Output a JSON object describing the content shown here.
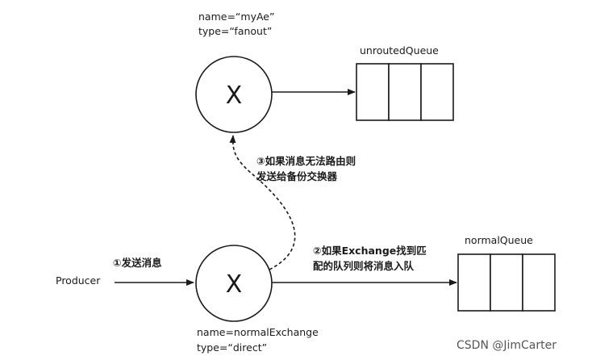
{
  "top_exchange": {
    "name_label": "name=“myAe”",
    "type_label": "type=“fanout”",
    "symbol": "X"
  },
  "bottom_exchange": {
    "name_label": "name=normalExchange",
    "type_label": "type=“direct”",
    "symbol": "X"
  },
  "unrouted_queue": {
    "label": "unroutedQueue"
  },
  "normal_queue": {
    "label": "normalQueue"
  },
  "producer": {
    "label": "Producer"
  },
  "steps": {
    "step1": "①发送消息",
    "step2_line1": "②如果Exchange找到匹",
    "step2_line2": "配的队列则将消息入队",
    "step3_line1": "③如果消息无法路由则",
    "step3_line2": "发送给备份交换器"
  },
  "watermark": "CSDN @JimCarter",
  "colors": {
    "stroke": "#1a1a1a",
    "background": "#ffffff"
  }
}
